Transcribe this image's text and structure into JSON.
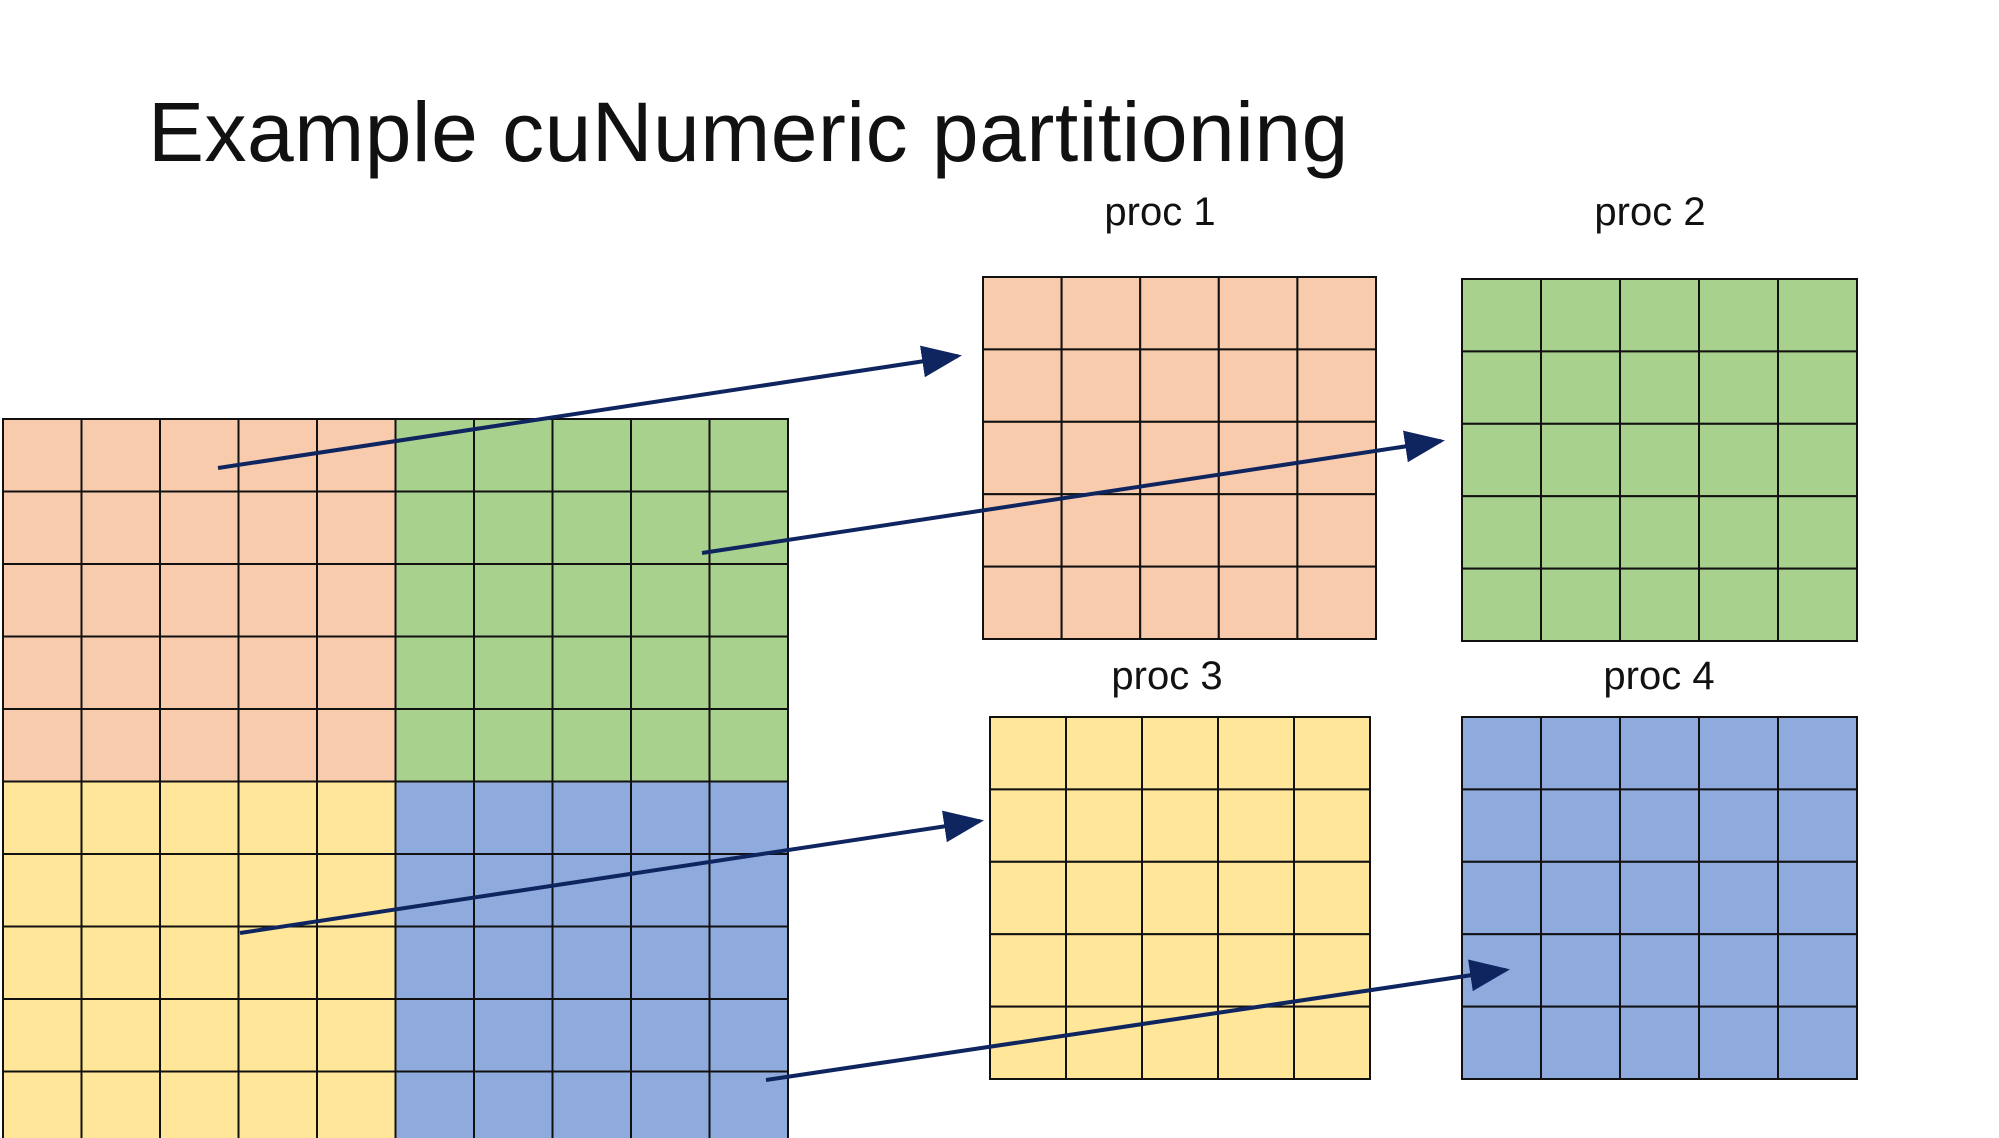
{
  "slide": {
    "title": "Example cuNumeric partitioning"
  },
  "colors": {
    "proc1": "#F8CBAD",
    "proc2": "#A9D18E",
    "proc3": "#FFE699",
    "proc4": "#8FAADC",
    "grid_line": "#111111",
    "arrow": "#0E2560"
  },
  "global_array": {
    "rows": 10,
    "cols": 10,
    "quadrants": [
      "proc1",
      "proc2",
      "proc3",
      "proc4"
    ]
  },
  "partitions": [
    {
      "id": "proc1",
      "label": "proc 1",
      "rows": 5,
      "cols": 5,
      "color_key": "proc1"
    },
    {
      "id": "proc2",
      "label": "proc 2",
      "rows": 5,
      "cols": 5,
      "color_key": "proc2"
    },
    {
      "id": "proc3",
      "label": "proc 3",
      "rows": 5,
      "cols": 5,
      "color_key": "proc3"
    },
    {
      "id": "proc4",
      "label": "proc 4",
      "rows": 5,
      "cols": 5,
      "color_key": "proc4"
    }
  ],
  "arrows": [
    {
      "from": "proc1",
      "to": "proc1"
    },
    {
      "from": "proc2",
      "to": "proc2"
    },
    {
      "from": "proc3",
      "to": "proc3"
    },
    {
      "from": "proc4",
      "to": "proc4"
    }
  ]
}
